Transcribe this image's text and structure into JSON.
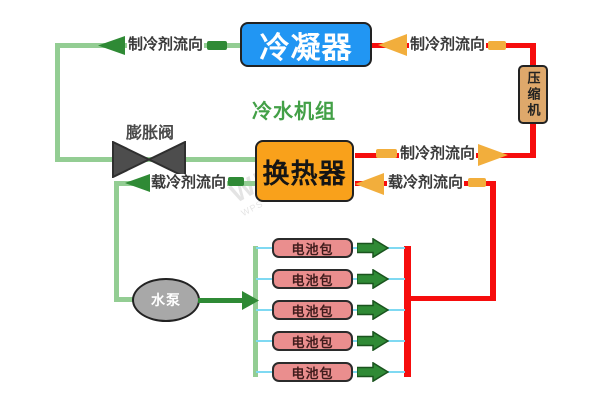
{
  "diagram": {
    "title_label": "冷水机组",
    "nodes": {
      "condenser": {
        "label": "冷凝器"
      },
      "compressor": {
        "label": "压缩机"
      },
      "heat_exchanger": {
        "label": "换热器"
      },
      "expansion_valve": {
        "label": "膨胀阀"
      },
      "pump": {
        "label": "水泵"
      }
    },
    "flow_labels": {
      "refrigerant_top_left": "制冷剂流向",
      "refrigerant_top_right": "制冷剂流向",
      "refrigerant_mid": "制冷剂流向",
      "coolant_left": "载冷剂流向",
      "coolant_right": "载冷剂流向"
    },
    "colors": {
      "condenser_blue": "#2196F3",
      "heat_exchanger_orange": "#F9A11B",
      "compressor_tan": "#DEA86B",
      "battery_pink": "#EA8E8E",
      "pump_gray": "#A8A8A8",
      "valve_gray": "#4D4D4D",
      "refrigerant_line_red": "#F60D0D",
      "loop_line_green_light": "#93CD93",
      "arrow_green_dark": "#2F8A35",
      "arrow_amber": "#F2AE3C",
      "connector_cyan": "#7FD9F2",
      "chiller_label_green": "#43A047"
    },
    "watermark": {
      "line1": "WPS",
      "line2": "WPS"
    }
  },
  "batteries": {
    "items": [
      {
        "label": "电池包"
      },
      {
        "label": "电池包"
      },
      {
        "label": "电池包"
      },
      {
        "label": "电池包"
      },
      {
        "label": "电池包"
      }
    ]
  }
}
